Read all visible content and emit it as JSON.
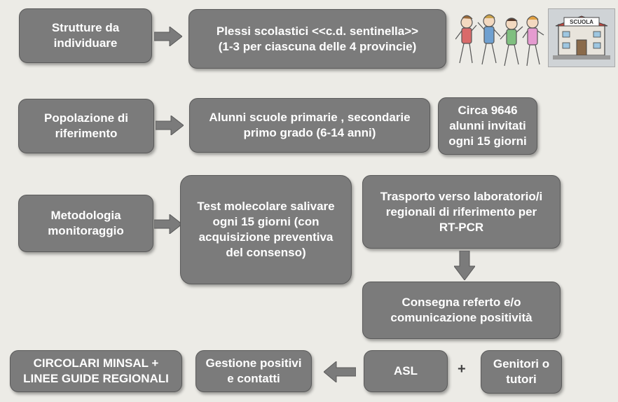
{
  "rows": {
    "strutture": {
      "label": "Strutture da\nindividuare",
      "detail": "Plessi scolastici <<c.d. sentinella>>\n(1-3 per ciascuna delle 4 provincie)"
    },
    "popolazione": {
      "label": "Popolazione di\nriferimento",
      "detail": "Alunni scuole primarie , secondarie\nprimo grado (6-14 anni)",
      "extra": "Circa  9646\nalunni invitati\nogni 15 giorni"
    },
    "metodologia": {
      "label": "Metodologia\nmonitoraggio",
      "detail": "Test molecolare salivare\nogni 15 giorni (con\nacquisizione preventiva\ndel consenso)"
    }
  },
  "flow": {
    "trasporto": "Trasporto verso laboratorio/i\nregionali di riferimento per\nRT-PCR",
    "consegna": "Consegna referto e/o\ncomunicazione positività",
    "asl": "ASL",
    "plus": "+",
    "genitori": "Genitori o\ntutori",
    "gestione": "Gestione positivi\ne  contatti",
    "circolari": "CIRCOLARI MINSAL  +\nLINEE GUIDE REGIONALI"
  },
  "illustrations": {
    "children_icon": "children-running-icon",
    "school_icon": "school-building-icon",
    "school_sign": "SCUOLA"
  },
  "colors": {
    "box_fill": "#7b7b7b",
    "box_border": "#5a5a5a",
    "arrow_fill": "#7b7b7b",
    "text": "#ffffff",
    "background": "#ecebe6"
  }
}
